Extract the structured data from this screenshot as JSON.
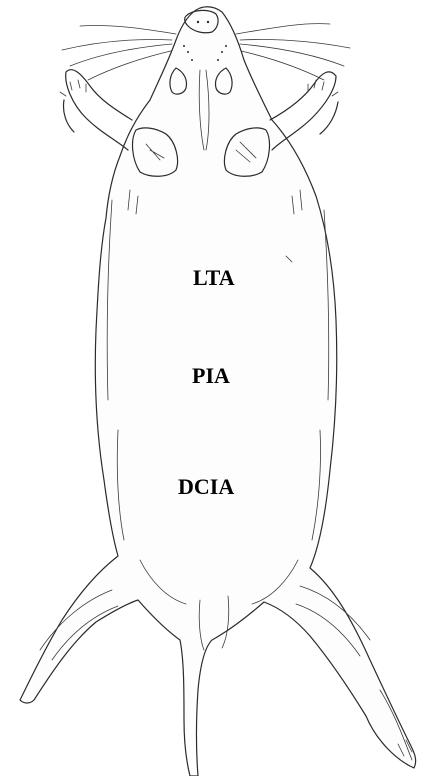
{
  "figure": {
    "subject": "rat-ventral-view-icon",
    "labels": {
      "lta": "LTA",
      "pia": "PIA",
      "dcia": "DCIA"
    },
    "colors": {
      "ink": "#2b2b2b",
      "background": "#ffffff",
      "label": "#000000"
    }
  }
}
